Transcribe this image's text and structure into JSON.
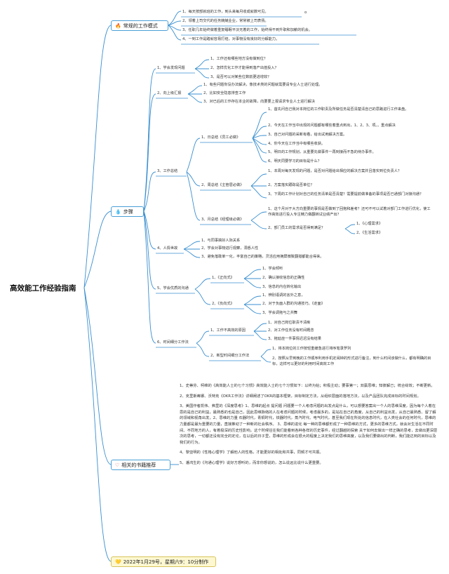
{
  "root": "高效能工作经验指南",
  "branches": [
    {
      "icon": "🔥",
      "label": "常规的工作模式",
      "items": [
        "1、每天按部就班的工作，到头来每月收成就数可见。",
        "2、领着上司交代的任务兢兢业业，常常被上司表扬。",
        "3、任职几年始终做着重复睡眠平淡无着的工作，始终得不到升职和加薪的机会。",
        "4、一到工作是踏就容易打结，对事物没有良好的分解能力。"
      ],
      "extra": "o"
    },
    {
      "icon": "💧",
      "label": "步骤",
      "sections": [
        {
          "label": "1、学会发现问题",
          "items": [
            "1、工作还有哪些地方没有做到位？",
            "2、怎样优化工作才能得到落产出值投入？",
            "3、是否可以对某些位数前更进增效？"
          ]
        },
        {
          "label": "2、向上级汇报",
          "items": [
            "1、有些问题你没办法解决，像技术类的问题就需要请专业人士进行处理。",
            "2、比如安全隐患排查工作",
            "3、对已后的工作存在本业的故障，向要要上报请求专业人士进行解决"
          ]
        },
        {
          "label": "3、工作总结",
          "subs": [
            {
              "label": "1、日总结《员工必做》",
              "items": [
                "1、首先问自己我对本岗位的工作职责及所做任务是否清楚清自己的思路进行工作来盘。",
                "2、今天在工作当中出现的问题都有哪些着重点到出，1、2、3、项。。重点解决",
                "3、自己对问题的采新有看，给出试用解决方案。",
                "4、你今天在工作当中有哪些收获。",
                "5、明日的工作规划，从重要先做事件一再到接而不急的待办事件。",
                "6、明天同要学习的目标是什么？"
              ]
            },
            {
              "label": "2、周总结《主管层必做》",
              "items": [
                "1、本周对每天发现的问题，是否对问题给出相应的解决方案并且落实到位负责人？",
                "2、方案落实跟踪是否单位？",
                "3、下周的工作计划对自己的任务清单是否清楚？需要提前做准备的事项是否已通部门对接沟通？"
              ]
            },
            {
              "label": "3、月总结《经理级必做》",
              "items": [
                "1、这个月对于大方向重要的事情是否做到了回抱和差考？还可不可以试着对部门工作进行优化，使工作高效进行投入专注精力做翻转试业绩产出？",
                "2、部门员工的需求是否得到满足？"
              ],
              "subitems": [
                "1、《心理需求》",
                "2、《生活需求》"
              ]
            }
          ]
        },
        {
          "label": "4、人情世故",
          "items": [
            "1、与同事搞好人际关系",
            "2、学会对事物进行观察，洞悉人性",
            "3、避免落敢单一化，丰富自己的策略，灵活应用拥屏微致翻措都能合得来。"
          ]
        },
        {
          "label": "5、学会优质的沟通",
          "subs": [
            {
              "label": "1、《正向式》",
              "items": [
                "1、学会倾听",
                "2、确认接收信息的正确性",
                "3、信息的内在转化输出"
              ]
            },
            {
              "label": "2、《负向式》",
              "items": [
                "1、辨别语调的言外之意，",
                "2、对于负面人群的沟通技巧。《走面》",
                "3、学会调拖与之共舞"
              ]
            }
          ]
        },
        {
          "label": "6、时间细分工作法",
          "subs": [
            {
              "label": "1、工作不高效的原因",
              "items": [
                "1、对自己岗位职责不清晰",
                "2、对工作任务没有时间概念",
                "3、拖延症一件事情迟迟没有结果"
              ]
            },
            {
              "label": "2、新型时间细分工作法",
              "items": [
                "1、将本岗位的工作按轻重缓急进行排序笔录罗列",
                "2、按照从早到晚的工作顺序利用手机定闹钟的形式进行备注，到什么时间该做什么，都有明确的目标，这样可以更好的利用时间高效工作"
              ]
            }
          ]
        }
      ]
    },
    {
      "icon": "♡",
      "label": "相关的书籍推荐",
      "paragraphs": [
        "1、史蒂芬、柯维的《高效能人士的七个习惯》高效能人士的七个习惯如下：以终为始；积极主动；要事第一；双赢思维；知彼解己；统合综效；不断更新。",
        "2、克里斯蒂娜、沃特克《OKR工作法》详细阐述了OKR的基本框架，目标制定方法，从组织层面的落地方法，以及产品团队完成目标的时间规划。",
        "3、美国作者凯伟、弗里的《深度思考》1、思维的起点 提问题 问题要一个人考虑问题的出发点是什么，可以想要答案出一个人的思维深度，因为每个人着在思的是自己的利益，最熟悉的也是自己，因此思维脉络的人在考虑问题的时候，考虑最多的，是站在自己的角度，从自己的利益出发，从自己最熟悉、留了解的领域和视角出发，2、思维的力量 石器时代，青铜时代，铁器时代，蒸汽时代、电气时代，甚至我们现在所处的信息时代，在人类社会的任何时代，思维的力量都是最为重要的力量，直接推动了一种新的社会秩序。 3、思维的进化 每一种的思维都形成了一种思维的方式，更多的思维方式，就会对生活在不同时间、不同地方的人，有着极深的历史性影响，这个时候往往我们能看到各种各样的历史事件，经过翻越的探索 关于如何去做出一样正确的思考，去做出更深层次的思考，一切都还没有完全的定论，在以后的日子里，思维的形成会在很大的程度上决定我们的思维高度，以及我们要做出的判断，我们能达到的目标以及我们的行为。",
        "4、黎亚明的《性格心理学》了解他人的性格，才能更好的相处和共事，同频才可共振。",
        "5、潘鸿生的《沟通心理学》说好方想听的，而非你想说的，怎么说远比说什么更重要。"
      ]
    },
    {
      "icon": "💛",
      "label": "2022年1月29号，星期六9：10分制作"
    }
  ]
}
